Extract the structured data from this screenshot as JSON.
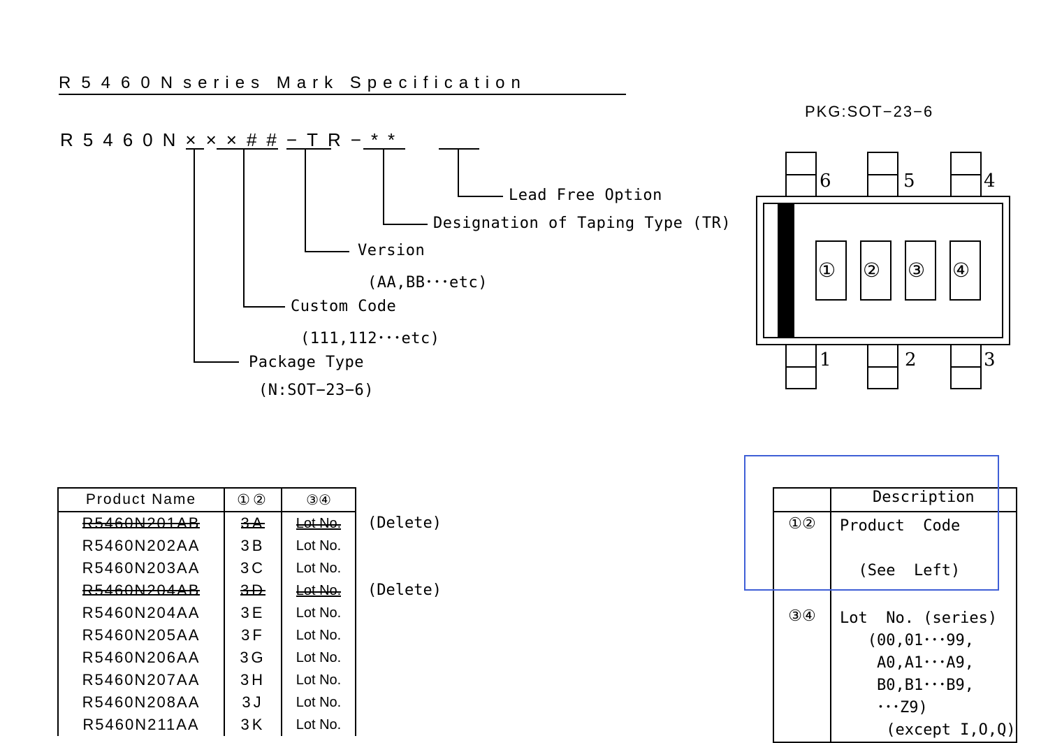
{
  "header": {
    "title_a": "R5460N",
    "title_b": "series Mark Specification",
    "pkg_label": "PKG:SOT−23−6"
  },
  "part_code": {
    "base": "R5460",
    "n": "N",
    "xxx": "×××",
    "hash": "##",
    "dash1": "−",
    "tr": "TR",
    "dash2": "−",
    "stars": "**"
  },
  "callouts": {
    "lead_free": "Lead Free Option",
    "taping": "Designation of Taping Type (TR)",
    "version": "Version",
    "version_ex": "(AA,BB･･･etc)",
    "custom": "Custom Code",
    "custom_ex": "(111,112･･･etc)",
    "package": "Package Type",
    "package_ex": "(N:SOT−23−6)"
  },
  "package_diagram": {
    "top_pins": [
      "6",
      "5",
      "4"
    ],
    "bottom_pins": [
      "1",
      "2",
      "3"
    ],
    "marks": [
      "①",
      "②",
      "③",
      "④"
    ]
  },
  "product_table": {
    "headers": [
      "Product Name",
      "①②",
      "③④"
    ],
    "rows": [
      {
        "name": "R5460N201AB",
        "code": "3A",
        "lot": "Lot No.",
        "note": "(Delete)"
      },
      {
        "name": "R5460N202AA",
        "code": "3B",
        "lot": "Lot No.",
        "note": ""
      },
      {
        "name": "R5460N203AA",
        "code": "3C",
        "lot": "Lot No.",
        "note": ""
      },
      {
        "name": "R5460N204AB",
        "code": "3D",
        "lot": "Lot No.",
        "note": "(Delete)"
      },
      {
        "name": "R5460N204AA",
        "code": "3E",
        "lot": "Lot No.",
        "note": ""
      },
      {
        "name": "R5460N205AA",
        "code": "3F",
        "lot": "Lot No.",
        "note": ""
      },
      {
        "name": "R5460N206AA",
        "code": "3G",
        "lot": "Lot No.",
        "note": ""
      },
      {
        "name": "R5460N207AA",
        "code": "3H",
        "lot": "Lot No.",
        "note": ""
      },
      {
        "name": "R5460N208AA",
        "code": "3J",
        "lot": "Lot No.",
        "note": ""
      },
      {
        "name": "R5460N211AA",
        "code": "3K",
        "lot": "Lot No.",
        "note": ""
      }
    ]
  },
  "description_table": {
    "header": "Description",
    "row1_key": "①②",
    "row1_lines": [
      "Product  Code",
      "",
      "  (See  Left)"
    ],
    "row2_key": "③④",
    "row2_lines": [
      "Lot  No. (series)",
      "   (00,01･･･99,",
      "    A0,A1･･･A9,",
      "    B0,B1･･･B9,",
      "    ･･･Z9)",
      "     (except I,O,Q)"
    ]
  }
}
